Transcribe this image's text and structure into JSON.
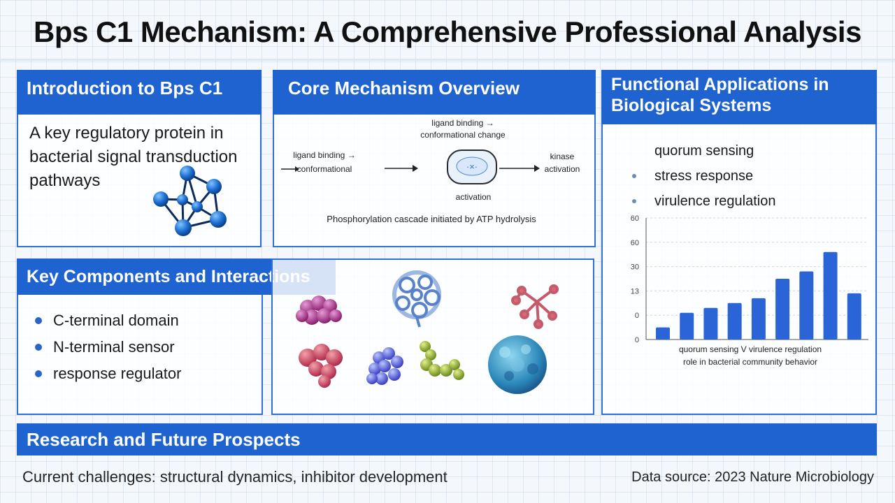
{
  "title": "Bps C1 Mechanism: A Comprehensive Professional Analysis",
  "intro": {
    "header": "Introduction to Bps C1",
    "text": "A key regulatory protein in bacterial signal transduction pathways"
  },
  "core": {
    "header": "Core Mechanism Overview",
    "top_label_1": "ligand binding →",
    "top_label_2": "conformational change",
    "left_label_1": "ligand binding →",
    "left_label_2": "conformational",
    "right_label_1": "kinase",
    "right_label_2": "activation",
    "bottom_label": "activation",
    "caption": "Phosphorylation cascade initiated by ATP hydrolysis"
  },
  "functional": {
    "header": "Functional Applications in Biological Systems",
    "items": [
      "quorum sensing",
      "stress response",
      "virulence regulation"
    ]
  },
  "key_components": {
    "header": "Key Components and Interactions",
    "items": [
      "C-terminal domain",
      "N-terminal sensor",
      "response regulator"
    ]
  },
  "research": {
    "header": "Research and Future Prospects",
    "challenges": "Current challenges: structural dynamics, inhibitor development",
    "source": "Data source: 2023 Nature Microbiology"
  },
  "colors": {
    "accent": "#1f63d0",
    "bar": "#2a64d6"
  },
  "chart_data": {
    "type": "bar",
    "yticks": [
      "0",
      "0",
      "13",
      "30",
      "60",
      "60"
    ],
    "ylim": [
      0,
      50
    ],
    "values": [
      5,
      11,
      13,
      15,
      17,
      25,
      28,
      36,
      19
    ],
    "xlabel_line1": "quorum sensing   V   virulence regulation",
    "xlabel_line2": "role in bacterial community behavior",
    "grid": true
  }
}
